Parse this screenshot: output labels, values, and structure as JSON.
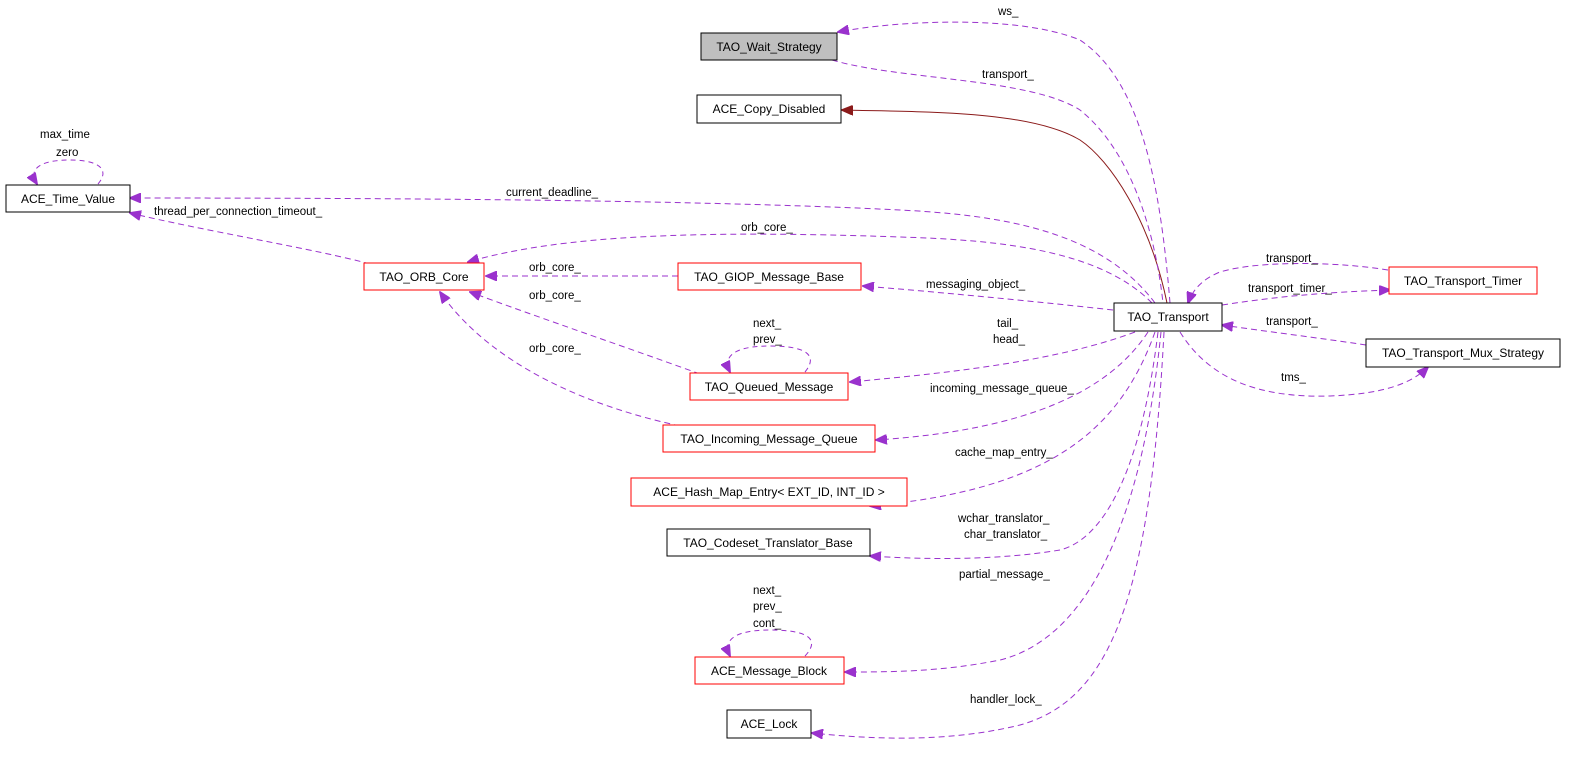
{
  "colors": {
    "usage_edge": "#9a32cd",
    "inherit_edge": "#8b1a1a",
    "node_normal_border": "#000000",
    "node_red_border": "#ff0000",
    "node_focus_fill": "#bfbfbf"
  },
  "nodes": {
    "wait_strategy": "TAO_Wait_Strategy",
    "copy_disabled": "ACE_Copy_Disabled",
    "time_value": "ACE_Time_Value",
    "orb_core": "TAO_ORB_Core",
    "giop_base": "TAO_GIOP_Message_Base",
    "transport": "TAO_Transport",
    "queued_message": "TAO_Queued_Message",
    "incoming_queue": "TAO_Incoming_Message_Queue",
    "hash_map_entry": "ACE_Hash_Map_Entry< EXT_ID, INT_ID >",
    "codeset_translator": "TAO_Codeset_Translator_Base",
    "message_block": "ACE_Message_Block",
    "ace_lock": "ACE_Lock",
    "transport_timer": "TAO_Transport_Timer",
    "mux_strategy": "TAO_Transport_Mux_Strategy"
  },
  "edge_labels": {
    "ws": "ws_",
    "transport_wait": "transport_",
    "max_time": "max_time",
    "zero": "zero",
    "current_deadline": "current_deadline_",
    "thread_timeout": "thread_per_connection_timeout_",
    "orb_core_transport": "orb_core_",
    "orb_core_giop": "orb_core_",
    "orb_core_queued": "orb_core_",
    "orb_core_incoming": "orb_core_",
    "messaging_object": "messaging_object_",
    "next_q": "next_",
    "prev_q": "prev_",
    "tail": "tail_",
    "head": "head_",
    "incoming_message_queue": "incoming_message_queue_",
    "cache_map_entry": "cache_map_entry_",
    "wchar_translator": "wchar_translator_",
    "char_translator": "char_translator_",
    "partial_message": "partial_message_",
    "next_b": "next_",
    "prev_b": "prev_",
    "cont_b": "cont_",
    "handler_lock": "handler_lock_",
    "transport_timer_back": "transport_",
    "transport_timer": "transport_timer_",
    "transport_mux_back": "transport_",
    "tms": "tms_"
  }
}
